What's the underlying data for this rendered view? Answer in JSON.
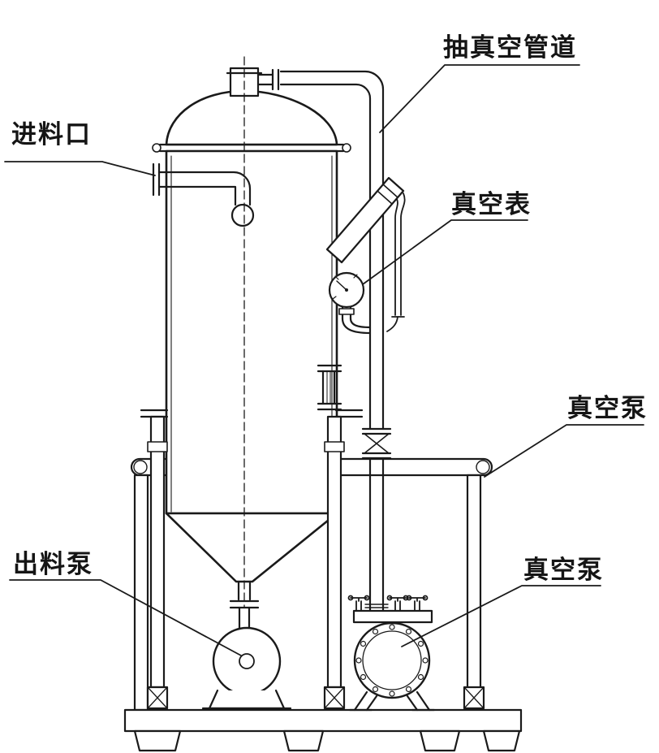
{
  "labels": {
    "vacuum_pipeline": "抽真空管道",
    "feed_inlet": "进料口",
    "vacuum_gauge": "真空表",
    "vacuum_pump_upper": "真空泵",
    "discharge_pump": "出料泵",
    "vacuum_pump_lower": "真空泵"
  },
  "colors": {
    "background": "#ffffff",
    "line": "#1a1a1a",
    "text": "#151515"
  }
}
